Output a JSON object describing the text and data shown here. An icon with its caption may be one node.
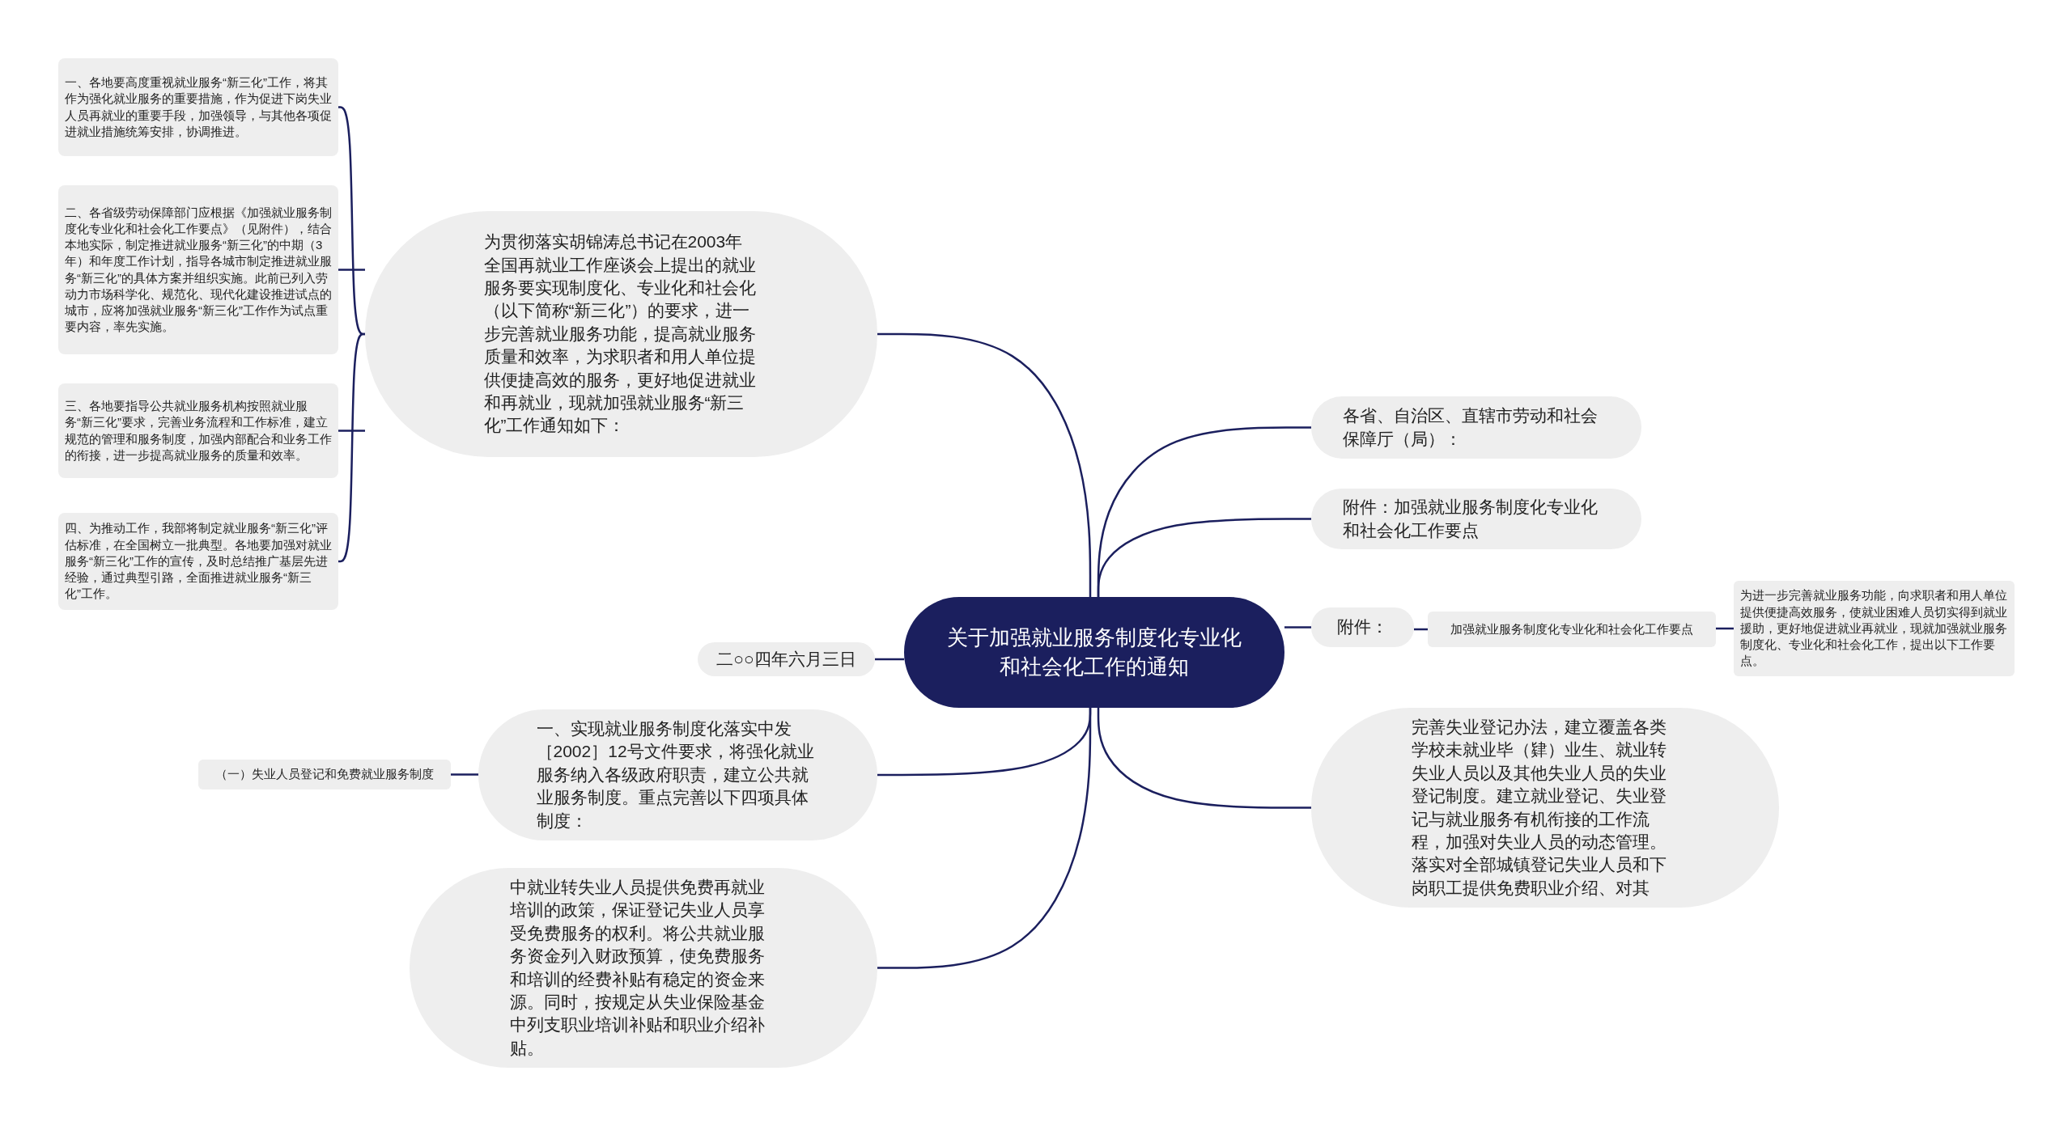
{
  "diagram": {
    "nodes": [
      {
        "text": [
          "关于加强就业服务制度化专业化和社会化工作的通知"
        ]
      },
      {
        "text": [
          "为贯彻落实胡锦涛总书记在2003年全国再就业工作座谈会上提出的就业服务要实现制度化、专业化和社会化（以下简称“新三化”）的要求，进一步完善就业服务功能，提高就业服务质量和效率，为求职者和用人单位提供便捷高效的服务，更好地促进就业和再就业，现就加强就业服务“新三化”工作通知如下："
        ]
      },
      {
        "text": [
          "一、各地要高度重视就业服务“新三化”工作，将其作为强化就业服务的重要措施，作为促进下岗失业人员再就业的重要手段，加强领导，与其他各项促进就业措施统筹安排，协调推进。"
        ]
      },
      {
        "text": [
          "二、各省级劳动保障部门应根据《加强就业服务制度化专业化和社会化工作要点》（见附件），结合本地实际，制定推进就业服务“新三化”的中期（3年）和年度工作计划，指导各城市制定推进就业服务“新三化”的具体方案并组织实施。此前已列入劳动力市场科学化、规范化、现代化建设推进试点的城市，应将加强就业服务“新三化”工作作为试点重要内容，率先实施。"
        ]
      },
      {
        "text": [
          "三、各地要指导公共就业服务机构按照就业服务“新三化”要求，完善业务流程和工作标准，建立规范的管理和服务制度，加强内部配合和业务工作的衔接，进一步提高就业服务的质量和效率。"
        ]
      },
      {
        "text": [
          "四、为推动工作，我部将制定就业服务“新三化”评估标准，在全国树立一批典型。各地要加强对就业服务“新三化”工作的宣传，及时总结推广基层先进经验，通过典型引路，全面推进就业服务“新三化”工作。"
        ]
      },
      {
        "text": [
          "各省、自治区、直辖市劳动和社会保障厅（局）："
        ]
      },
      {
        "text": [
          "附件：加强就业服务制度化专业化和社会化工作要点"
        ]
      },
      {
        "text": [
          "附件："
        ]
      },
      {
        "text": [
          "加强就业服务制度化专业化和社会化工作要点"
        ]
      },
      {
        "text": [
          "为进一步完善就业服务功能，向求职者和用人单位提供便捷高效服务，使就业困难人员切实得到就业援助，更好地促进就业再就业，现就加强就业服务制度化、专业化和社会化工作，提出以下工作要点。"
        ]
      },
      {
        "text": [
          "二○○四年六月三日"
        ]
      },
      {
        "text": [
          "一、实现就业服务制度化落实中发［2002］12号文件要求，将强化就业服务纳入各级政府职责，建立公共就业服务制度。重点完善以下四项具体制度："
        ]
      },
      {
        "text": [
          "（一）失业人员登记和免费就业服务制度"
        ]
      },
      {
        "text": [
          "完善失业登记办法，建立覆盖各类学校未就业毕（肄）业生、就业转失业人员以及其他失业人员的失业登记制度。建立就业登记、失业登记与就业服务有机衔接的工作流程，加强对失业人员的动态管理。落实对全部城镇登记失业人员和下岗职工提供免费职业介绍、对其"
        ]
      },
      {
        "text": [
          "中就业转失业人员提供免费再就业培训的政策，保证登记失业人员享受免费服务的权利。将公共就业服务资金列入财政预算，使免费服务和培训的经费补贴有稳定的资金来源。同时，按规定从失业保险基金中列支职业培训补贴和职业介绍补贴。"
        ]
      }
    ],
    "edges": [
      {
        "from": 0,
        "to": 1,
        "arrow": "none"
      },
      {
        "from": 1,
        "to": 2,
        "arrow": "none"
      },
      {
        "from": 1,
        "to": 3,
        "arrow": "none"
      },
      {
        "from": 1,
        "to": 4,
        "arrow": "none"
      },
      {
        "from": 1,
        "to": 5,
        "arrow": "none"
      },
      {
        "from": 0,
        "to": 6,
        "arrow": "none"
      },
      {
        "from": 0,
        "to": 7,
        "arrow": "none"
      },
      {
        "from": 0,
        "to": 8,
        "arrow": "none"
      },
      {
        "from": 8,
        "to": 9,
        "arrow": "none"
      },
      {
        "from": 9,
        "to": 10,
        "arrow": "none"
      },
      {
        "from": 0,
        "to": 11,
        "arrow": "none"
      },
      {
        "from": 0,
        "to": 12,
        "arrow": "none"
      },
      {
        "from": 12,
        "to": 13,
        "arrow": "none"
      },
      {
        "from": 0,
        "to": 14,
        "arrow": "none"
      },
      {
        "from": 0,
        "to": 15,
        "arrow": "none"
      }
    ]
  }
}
